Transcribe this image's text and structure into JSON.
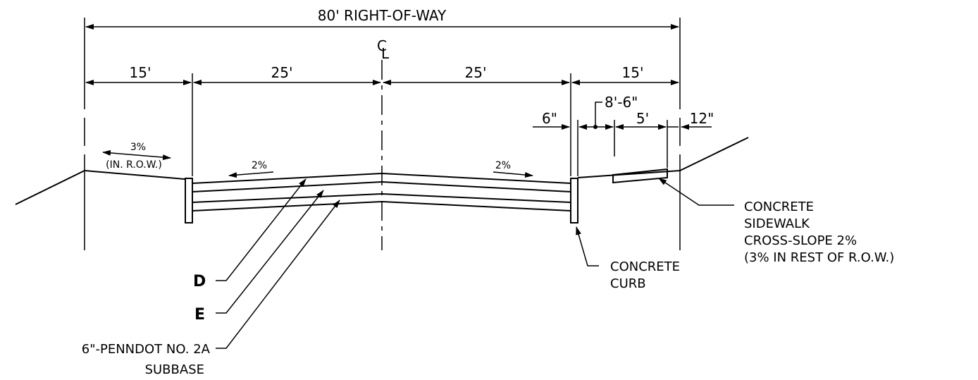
{
  "dimensions": {
    "row_width": "80' RIGHT-OF-WAY",
    "centerline_top": "C",
    "centerline_bottom": "L",
    "left_border": "15'",
    "left_lane": "25'",
    "right_lane": "25'",
    "right_border": "15'",
    "curb_width": "6\"",
    "sidewalk_offset": "8'-6\"",
    "sidewalk_width": "5'",
    "edge_offset": "12\""
  },
  "slopes": {
    "left_border": "3%",
    "left_border_note": "(IN. R.O.W.)",
    "left_lane": "2%",
    "right_lane": "2%"
  },
  "callouts": {
    "concrete_curb": [
      "CONCRETE",
      "CURB"
    ],
    "concrete_sidewalk": [
      "CONCRETE",
      "SIDEWALK",
      "CROSS-SLOPE 2%",
      "(3% IN REST OF R.O.W.)"
    ],
    "layer_d": "D",
    "layer_e": "E",
    "subbase": [
      "6\"-PENNDOT NO. 2A",
      "SUBBASE"
    ]
  }
}
